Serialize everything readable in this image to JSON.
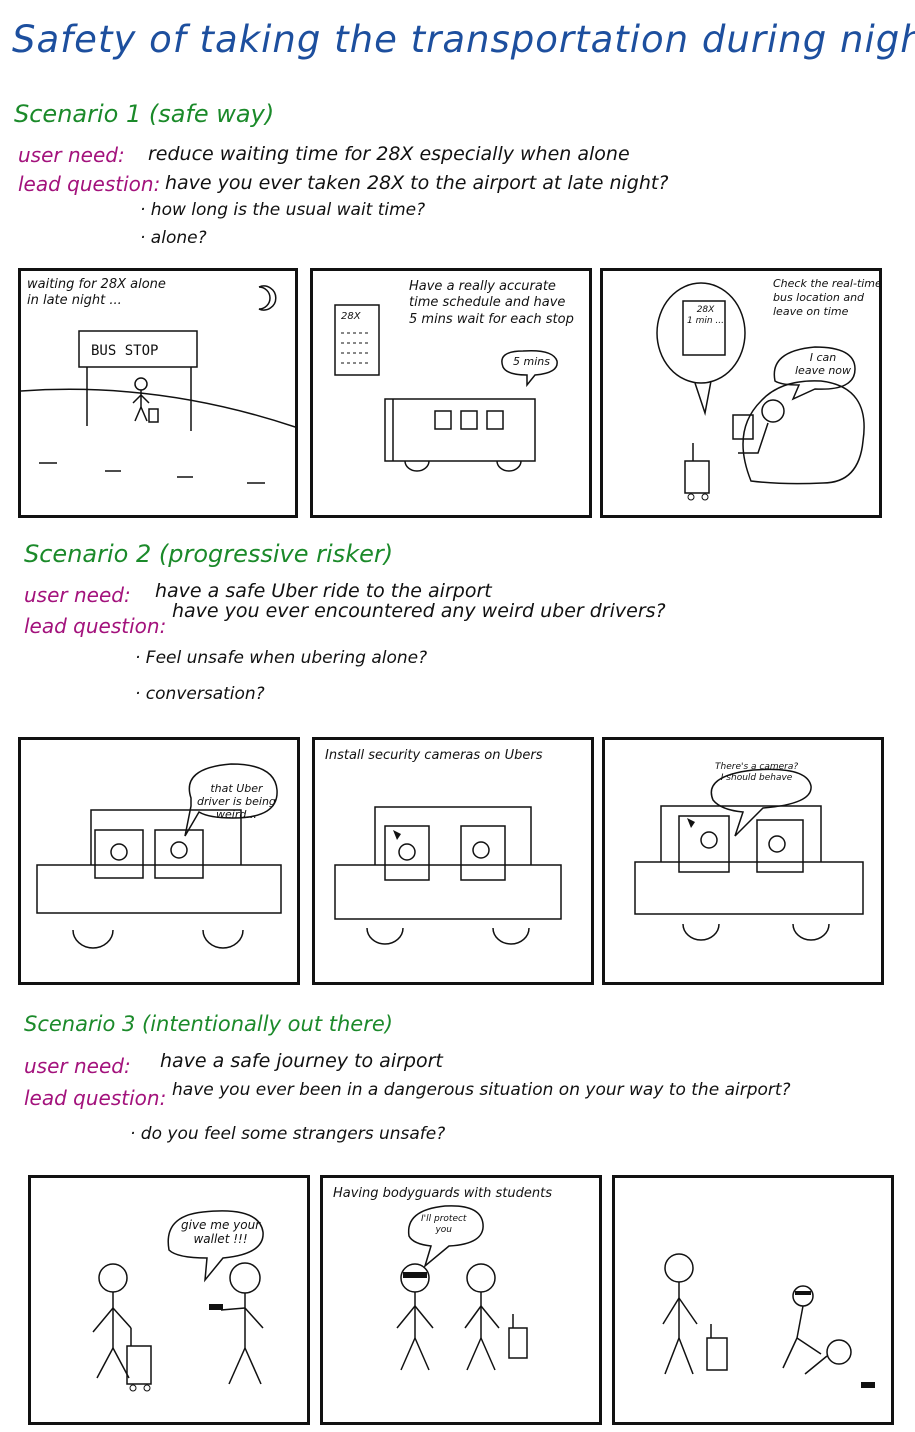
{
  "title": "Safety of taking the transportation during night",
  "scenarios": [
    {
      "heading": "Scenario 1 (safe way)",
      "user_need_label": "user need:",
      "user_need": "reduce waiting time for 28X especially when alone",
      "lead_label": "lead question:",
      "lead_question": "have you ever taken 28X to the airport at late night?",
      "bullets": [
        "· how long is the usual wait time?",
        "· alone?"
      ],
      "panels": [
        {
          "caption": "waiting for 28X alone\nin late night ...",
          "sign": "BUS STOP"
        },
        {
          "caption": "Have a really accurate\ntime schedule and have\n5 mins wait for each stop",
          "schedule": "28X",
          "bubble": "5 mins"
        },
        {
          "caption": "Check the real-time\nbus location and\nleave on time",
          "schedule": "28X\n1 min ...",
          "bubble": "I can\nleave now"
        }
      ]
    },
    {
      "heading": "Scenario 2 (progressive risker)",
      "user_need_label": "user need:",
      "user_need": "have a safe Uber ride to the airport",
      "lead_label": "lead question:",
      "lead_question": "have you ever encountered any weird uber drivers?",
      "bullets": [
        "· Feel unsafe when ubering alone?",
        "· conversation?"
      ],
      "panels": [
        {
          "bubble": "that Uber\ndriver is being\nweird..."
        },
        {
          "caption": "Install security cameras on Ubers"
        },
        {
          "bubble": "There's a camera?\nI should behave"
        }
      ]
    },
    {
      "heading": "Scenario 3 (intentionally out there)",
      "user_need_label": "user need:",
      "user_need": "have a safe journey to airport",
      "lead_label": "lead question:",
      "lead_question": "have you ever been in a dangerous situation on your way to the airport?",
      "bullets": [
        "· do you feel some strangers unsafe?"
      ],
      "panels": [
        {
          "bubble": "give me your\nwallet !!!"
        },
        {
          "caption": "Having bodyguards with students",
          "bubble": "I'll protect\nyou"
        },
        {}
      ]
    }
  ]
}
